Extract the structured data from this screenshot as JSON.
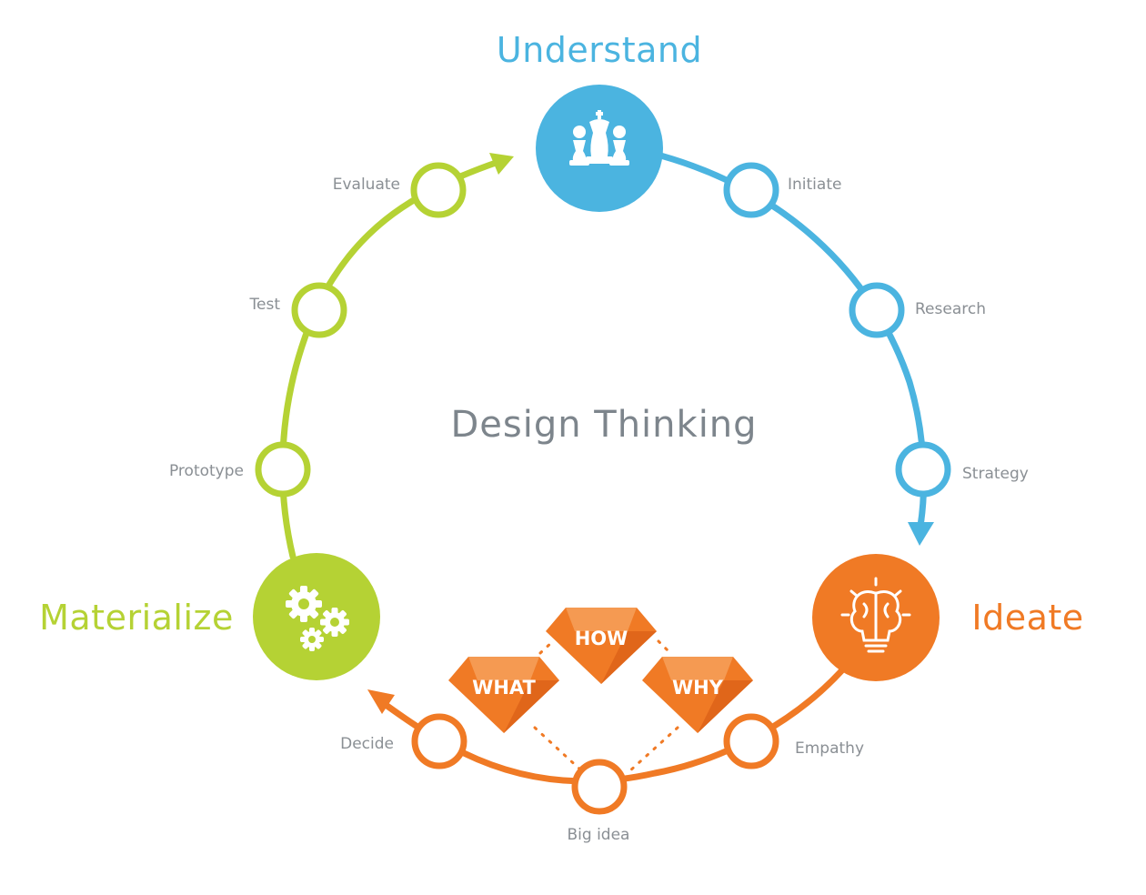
{
  "center_title": "Design Thinking",
  "colors": {
    "understand": "#4bb4e0",
    "ideate": "#f07a25",
    "materialize": "#b5d234",
    "label": "#8a8f94",
    "center": "#7d858c"
  },
  "phases": {
    "understand": {
      "title": "Understand",
      "icon": "chess-pieces-icon"
    },
    "ideate": {
      "title": "Ideate",
      "icon": "brain-lightbulb-icon"
    },
    "materialize": {
      "title": "Materialize",
      "icon": "gears-icon"
    }
  },
  "steps": {
    "initiate": "Initiate",
    "research": "Research",
    "strategy": "Strategy",
    "empathy": "Empathy",
    "big_idea": "Big idea",
    "decide": "Decide",
    "prototype": "Prototype",
    "test": "Test",
    "evaluate": "Evaluate"
  },
  "gems": {
    "how": "HOW",
    "what": "WHAT",
    "why": "WHY"
  }
}
